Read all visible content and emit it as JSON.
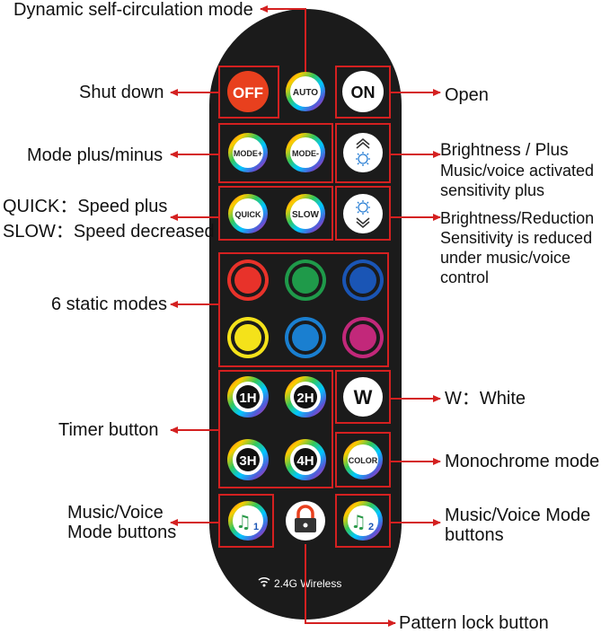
{
  "remote": {
    "buttons": {
      "off": "OFF",
      "auto": "AUTO",
      "on": "ON",
      "mode_plus": "MODE+",
      "mode_minus": "MODE-",
      "quick": "QUICK",
      "slow": "SLOW",
      "timer_1": "1H",
      "timer_2": "2H",
      "timer_3": "3H",
      "timer_4": "4H",
      "white": "W",
      "color": "COLOR",
      "music_1": "1",
      "music_2": "2"
    },
    "wireless_text": "2.4G Wireless",
    "static_colors": [
      "#e8322a",
      "#1f9a4a",
      "#1a55b5",
      "#f4e21a",
      "#1a7fd0",
      "#c2287a"
    ],
    "body_color": "#1b1b1b",
    "highlight_color": "#d42020",
    "off_button_color": "#e8401e"
  },
  "labels": {
    "dynamic": "Dynamic self-circulation mode",
    "shut_down": "Shut down",
    "open": "Open",
    "mode_plus_minus": "Mode plus/minus",
    "brightness_plus": [
      "Brightness / Plus",
      "Music/voice activated",
      "sensitivity plus"
    ],
    "quick": "QUICK：Speed plus",
    "slow": "SLOW：Speed decreased",
    "brightness_reduction": [
      "Brightness/Reduction",
      "Sensitivity is reduced",
      "under music/voice",
      "control"
    ],
    "static_modes": "6 static modes",
    "white": "W：White",
    "timer": "Timer button",
    "monochrome": "Monochrome mode",
    "music_left": [
      "Music/Voice",
      "Mode buttons"
    ],
    "music_right": [
      "Music/Voice Mode",
      "buttons"
    ],
    "pattern_lock": "Pattern lock button"
  }
}
